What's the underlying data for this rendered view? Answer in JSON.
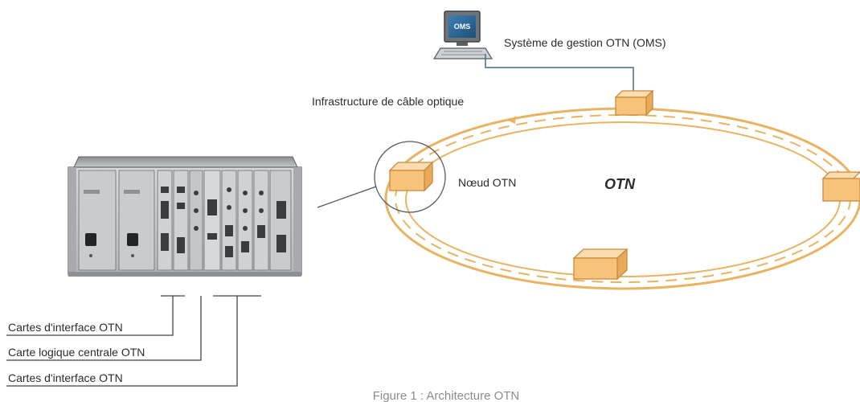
{
  "labels": {
    "oms_screen": "OMS",
    "oms_system": "Système de gestion OTN (OMS)",
    "cable_infra": "Infrastructure de câble optique",
    "node": "Nœud OTN",
    "network": "OTN",
    "interface_cards_1": "Cartes d'interface OTN",
    "central_logic_card": "Carte logique centrale OTN",
    "interface_cards_2": "Cartes d'interface OTN",
    "caption": "Figure 1 : Architecture OTN"
  },
  "colors": {
    "ring": "#e8b463",
    "node_fill": "#f7c27a",
    "node_top": "#fbdcae",
    "node_side": "#e9a95a",
    "node_stroke": "#c98a3c",
    "leader": "#444444",
    "text": "#2b2b2b"
  }
}
